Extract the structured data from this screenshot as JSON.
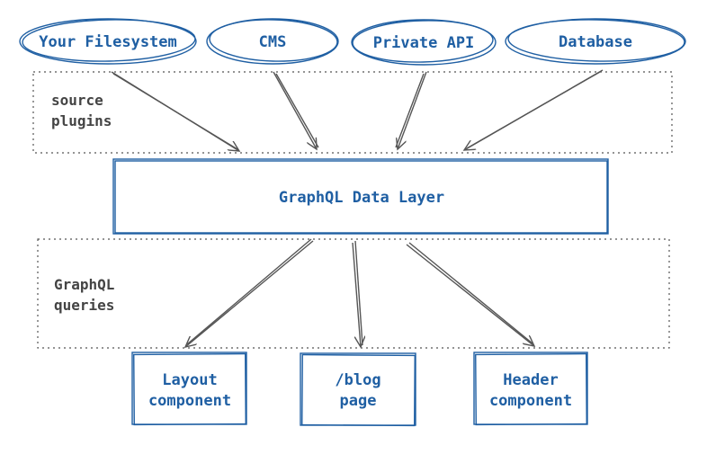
{
  "sources": [
    {
      "label": "Your Filesystem"
    },
    {
      "label": "CMS"
    },
    {
      "label": "Private API"
    },
    {
      "label": "Database"
    }
  ],
  "source_plugins": {
    "line1": "source",
    "line2": "plugins"
  },
  "data_layer": {
    "label": "GraphQL Data Layer"
  },
  "graphql_queries": {
    "line1": "GraphQL",
    "line2": "queries"
  },
  "consumers": [
    {
      "line1": "Layout",
      "line2": "component"
    },
    {
      "line1": "/blog",
      "line2": "page"
    },
    {
      "line1": "Header",
      "line2": "component"
    }
  ],
  "colors": {
    "accent_blue": "#1f5fa3",
    "text_gray": "#444444",
    "line_gray": "#555555"
  }
}
